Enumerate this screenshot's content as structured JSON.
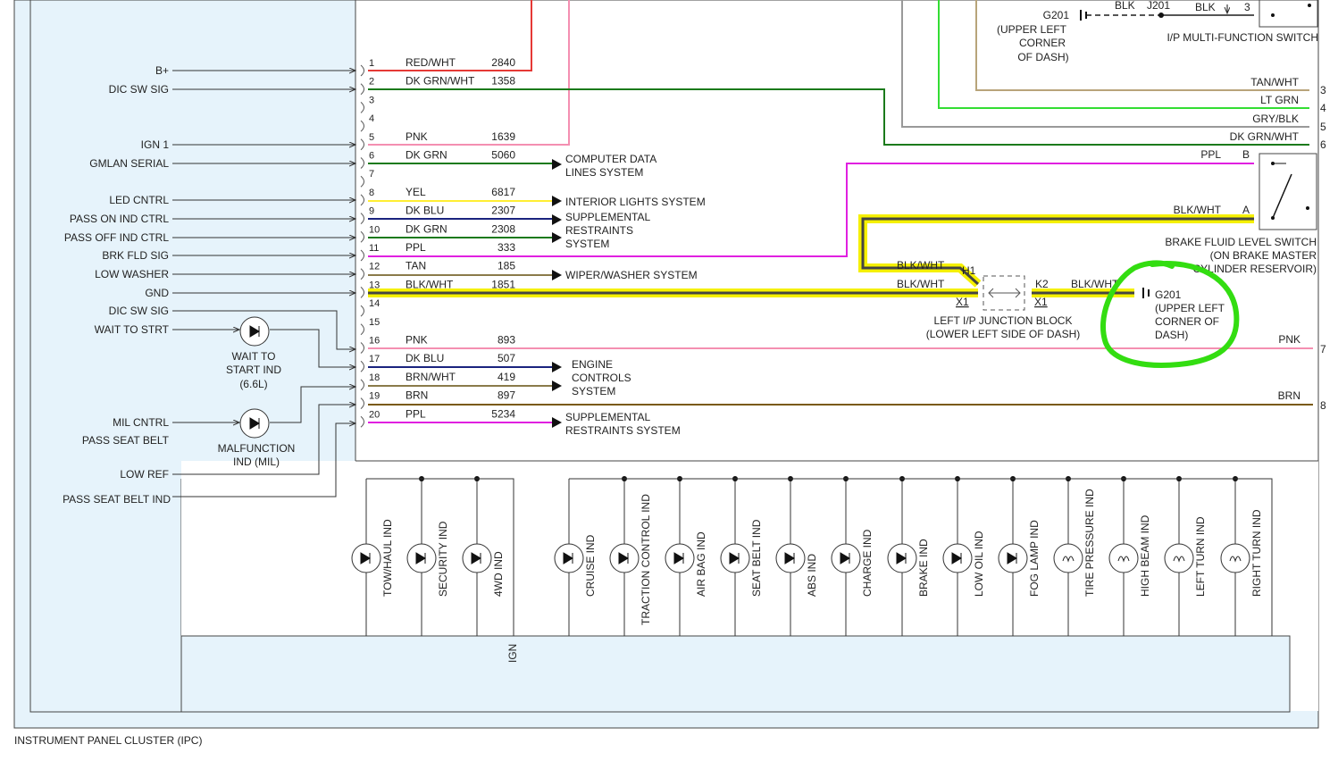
{
  "caption": "INSTRUMENT PANEL CLUSTER (IPC)",
  "left_signals": {
    "b_plus": "B+",
    "dic_sw_sig_top": "DIC SW SIG",
    "ign1": "IGN 1",
    "gmlan": "GMLAN SERIAL",
    "led_cntrl": "LED CNTRL",
    "pass_on": "PASS ON IND CTRL",
    "pass_off": "PASS OFF IND CTRL",
    "brk_fld": "BRK FLD SIG",
    "low_washer": "LOW WASHER",
    "gnd": "GND",
    "dic_sw_sig_2": "DIC SW SIG",
    "wait_to_strt": "WAIT TO STRT",
    "mil_cntrl": "MIL CNTRL",
    "pass_seat_belt": "PASS SEAT BELT",
    "low_ref": "LOW REF",
    "pass_seat_belt_ind": "PASS SEAT BELT IND"
  },
  "pins": [
    {
      "num": "1",
      "color": "RED/WHT",
      "circuit": "2840"
    },
    {
      "num": "2",
      "color": "DK GRN/WHT",
      "circuit": "1358"
    },
    {
      "num": "3",
      "color": "",
      "circuit": ""
    },
    {
      "num": "4",
      "color": "",
      "circuit": ""
    },
    {
      "num": "5",
      "color": "PNK",
      "circuit": "1639"
    },
    {
      "num": "6",
      "color": "DK GRN",
      "circuit": "5060"
    },
    {
      "num": "7",
      "color": "",
      "circuit": ""
    },
    {
      "num": "8",
      "color": "YEL",
      "circuit": "6817"
    },
    {
      "num": "9",
      "color": "DK BLU",
      "circuit": "2307"
    },
    {
      "num": "10",
      "color": "DK GRN",
      "circuit": "2308"
    },
    {
      "num": "11",
      "color": "PPL",
      "circuit": "333"
    },
    {
      "num": "12",
      "color": "TAN",
      "circuit": "185"
    },
    {
      "num": "13",
      "color": "BLK/WHT",
      "circuit": "1851"
    },
    {
      "num": "14",
      "color": "",
      "circuit": ""
    },
    {
      "num": "15",
      "color": "",
      "circuit": ""
    },
    {
      "num": "16",
      "color": "PNK",
      "circuit": "893"
    },
    {
      "num": "17",
      "color": "DK BLU",
      "circuit": "507"
    },
    {
      "num": "18",
      "color": "BRN/WHT",
      "circuit": "419"
    },
    {
      "num": "19",
      "color": "BRN",
      "circuit": "897"
    },
    {
      "num": "20",
      "color": "PPL",
      "circuit": "5234"
    }
  ],
  "systems": {
    "computer_data_1": "COMPUTER DATA",
    "computer_data_2": "LINES SYSTEM",
    "interior_lights": "INTERIOR LIGHTS SYSTEM",
    "supp_1": "SUPPLEMENTAL",
    "supp_2": "RESTRAINTS",
    "supp_3": "SYSTEM",
    "wiper": "WIPER/WASHER SYSTEM",
    "engine_1": "ENGINE",
    "engine_2": "CONTROLS",
    "engine_3": "SYSTEM",
    "supp2_1": "SUPPLEMENTAL",
    "supp2_2": "RESTRAINTS SYSTEM"
  },
  "lamps": {
    "wait_1": "WAIT TO",
    "wait_2": "START IND",
    "wait_3": "(6.6L)",
    "mil_1": "MALFUNCTION",
    "mil_2": "IND (MIL)"
  },
  "indicators": [
    "TOW/HAUL IND",
    "SECURITY IND",
    "4WD IND",
    "CRUISE IND",
    "TRACTION CONTROL IND",
    "AIR BAG IND",
    "SEAT BELT IND",
    "ABS IND",
    "CHARGE IND",
    "BRAKE IND",
    "LOW OIL IND",
    "FOG LAMP IND",
    "TIRE PRESSURE IND",
    "HIGH BEAM IND",
    "LEFT TURN IND",
    "RIGHT TURN IND"
  ],
  "ign_label": "IGN",
  "top_right": {
    "g201": "G201",
    "g201_note_1": "(UPPER LEFT",
    "g201_note_2": "CORNER",
    "g201_note_3": "OF DASH)",
    "blk_a": "BLK",
    "j201": "J201",
    "blk_b": "BLK",
    "pin3": "3",
    "switch_name": "I/P MULTI-FUNCTION SWITCH"
  },
  "right_wires": [
    {
      "color": "TAN/WHT",
      "pin": "3"
    },
    {
      "color": "LT GRN",
      "pin": "4"
    },
    {
      "color": "GRY/BLK",
      "pin": "5"
    },
    {
      "color": "DK GRN/WHT",
      "pin": "6"
    }
  ],
  "brake_switch": {
    "ppl": "PPL",
    "pin_b": "B",
    "blkwht": "BLK/WHT",
    "pin_a": "A",
    "name_1": "BRAKE FLUID LEVEL SWITCH",
    "name_2": "(ON BRAKE MASTER",
    "name_3": "CYLINDER RESERVOIR)"
  },
  "junction": {
    "blkwht_1": "BLK/WHT",
    "h1": "H1",
    "blkwht_2": "BLK/WHT",
    "x1_left": "X1",
    "k2": "K2",
    "blkwht_3": "BLK/WHT",
    "x1_right": "X1",
    "name_1": "LEFT I/P JUNCTION BLOCK",
    "name_2": "(LOWER LEFT SIDE OF DASH)",
    "g201": "G201",
    "g201_1": "(UPPER LEFT",
    "g201_2": "CORNER OF",
    "g201_3": "DASH)"
  },
  "right_outputs": [
    {
      "color": "PNK",
      "pin": "7"
    },
    {
      "color": "BRN",
      "pin": "8"
    }
  ],
  "colors": {
    "red": "#e53935",
    "pink": "#f48fb1",
    "dkgrn": "#1b7a1b",
    "yel": "#ffee33",
    "dkblu": "#1a237e",
    "ppl": "#e020e0",
    "tan": "#8a7a4a",
    "brn": "#7a5a10",
    "ltgrn": "#33dd33",
    "gry": "#999999",
    "highlight": "#f5f000",
    "circle": "#33dd11",
    "panel": "#e6f3fb"
  }
}
